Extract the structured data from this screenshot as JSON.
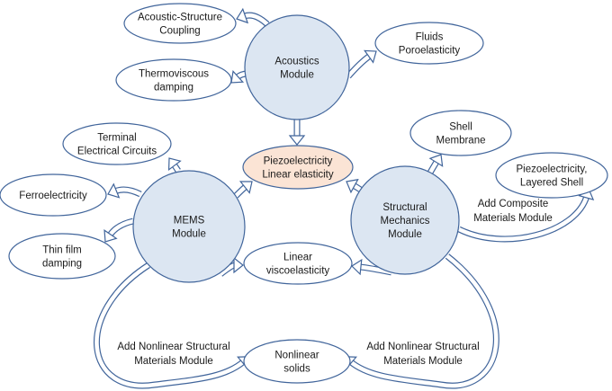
{
  "diagram": {
    "title": "",
    "colors": {
      "module_fill": "#dce6f2",
      "core_fill": "#fbe4d5",
      "feature_fill": "#ffffff",
      "stroke": "#41659b",
      "text": "#1a1a1a"
    },
    "modules": {
      "acoustics": {
        "lines": [
          "Acoustics",
          "Module"
        ]
      },
      "mems": {
        "lines": [
          "MEMS",
          "Module"
        ]
      },
      "structural": {
        "lines": [
          "Structural",
          "Mechanics",
          "Module"
        ]
      }
    },
    "core": {
      "lines": [
        "Piezoelectricity",
        "Linear elasticity"
      ]
    },
    "features": {
      "acoustic_structure": {
        "lines": [
          "Acoustic-Structure",
          "Coupling"
        ]
      },
      "thermoviscous": {
        "lines": [
          "Thermoviscous",
          "damping"
        ]
      },
      "fluids": {
        "lines": [
          "Fluids",
          "Poroelasticity"
        ]
      },
      "terminal": {
        "lines": [
          "Terminal",
          "Electrical Circuits"
        ]
      },
      "ferroelectricity": {
        "lines": [
          "Ferroelectricity"
        ]
      },
      "thin_film": {
        "lines": [
          "Thin film",
          "damping"
        ]
      },
      "shell": {
        "lines": [
          "Shell",
          "Membrane"
        ]
      },
      "layered_shell": {
        "lines": [
          "Piezoelectricity,",
          "Layered Shell"
        ]
      },
      "viscoelasticity": {
        "lines": [
          "Linear",
          "viscoelasticity"
        ]
      },
      "nonlinear_solids": {
        "lines": [
          "Nonlinear",
          "solids"
        ]
      }
    },
    "edge_labels": {
      "composite": [
        "Add Composite",
        "Materials Module"
      ],
      "nonlinear_left": [
        "Add Nonlinear Structural",
        "Materials Module"
      ],
      "nonlinear_right": [
        "Add Nonlinear Structural",
        "Materials Module"
      ]
    },
    "edges": [
      {
        "from": "acoustics",
        "to": "acoustic_structure"
      },
      {
        "from": "acoustics",
        "to": "thermoviscous"
      },
      {
        "from": "acoustics",
        "to": "fluids"
      },
      {
        "from": "acoustics",
        "to": "core"
      },
      {
        "from": "mems",
        "to": "terminal"
      },
      {
        "from": "mems",
        "to": "ferroelectricity"
      },
      {
        "from": "mems",
        "to": "thin_film"
      },
      {
        "from": "mems",
        "to": "core"
      },
      {
        "from": "mems",
        "to": "viscoelasticity"
      },
      {
        "from": "mems",
        "to": "nonlinear_solids",
        "label": "nonlinear_left"
      },
      {
        "from": "structural",
        "to": "shell"
      },
      {
        "from": "structural",
        "to": "core"
      },
      {
        "from": "structural",
        "to": "viscoelasticity"
      },
      {
        "from": "structural",
        "to": "layered_shell",
        "label": "composite"
      },
      {
        "from": "structural",
        "to": "nonlinear_solids",
        "label": "nonlinear_right"
      }
    ]
  }
}
